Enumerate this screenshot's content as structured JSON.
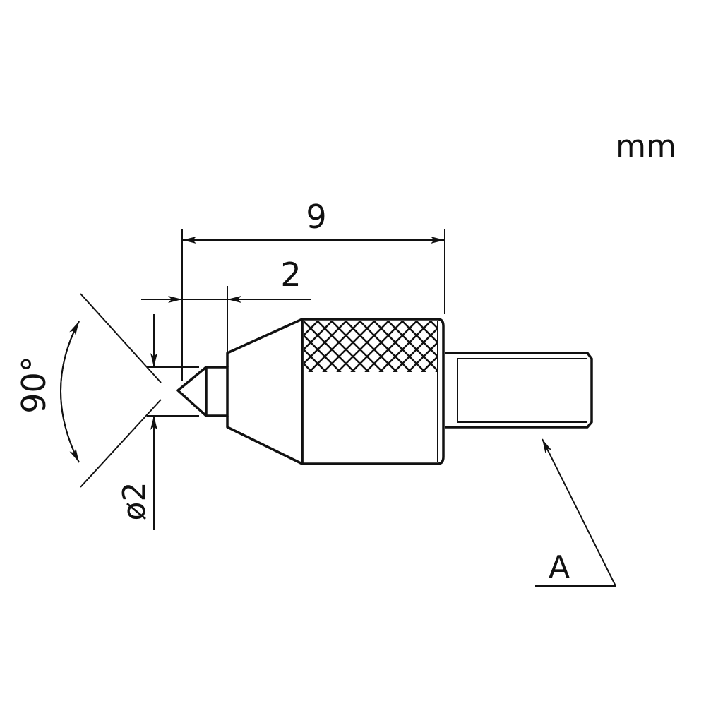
{
  "unit_label": "mm",
  "dimensions": {
    "overall_length": "9",
    "tip_length": "2",
    "tip_diameter": "ø2",
    "tip_angle": "90°"
  },
  "callout": {
    "label": "A"
  },
  "colors": {
    "line": "#111111",
    "background": "#ffffff"
  }
}
